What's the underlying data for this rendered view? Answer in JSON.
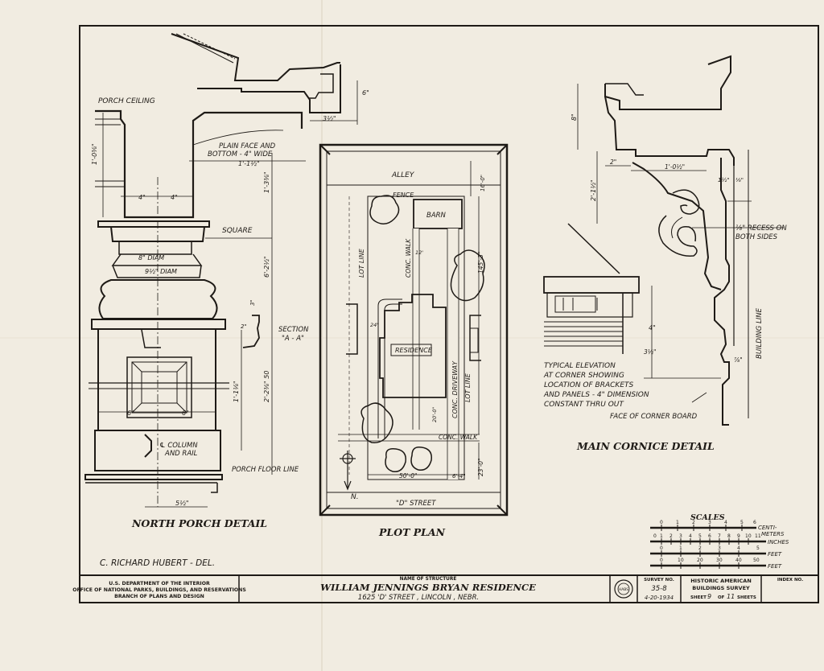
{
  "details": {
    "north_porch": {
      "title": "NORTH PORCH DETAIL",
      "labels": {
        "porch_ceiling": "PORCH CEILING",
        "plain_face_1": "PLAIN FACE AND",
        "plain_face_2": "BOTTOM - 4\" WIDE",
        "square": "SQUARE",
        "diam8": "8\" DIAM",
        "diam9": "9½\" DIAM",
        "section_1": "SECTION",
        "section_2": "\"A - A\"",
        "col_rail_1": "℄ COLUMN",
        "col_rail_2": "AND RAIL",
        "porch_floor": "PORCH FLOOR LINE"
      },
      "dims": {
        "d312": "3½\"",
        "d6": "6\"",
        "d1112": "1'-1½\"",
        "d1038": "1'-0⅜\"",
        "d4a": "4\"",
        "d4b": "4\"",
        "d138": "1'-3⅜\"",
        "d6212": "6'-2½\"",
        "d2238": "2'-2⅜\" 50",
        "d3": "3\"",
        "d2": "2\"",
        "d1112b": "1'-1⅛\"",
        "d6a": "6\"",
        "d6b": "6\"",
        "d512": "5½\""
      }
    },
    "plot_plan": {
      "title": "PLOT PLAN",
      "labels": {
        "alley": "ALLEY",
        "fence": "FENCE",
        "barn": "BARN",
        "lot_line_left": "LOT LINE",
        "lot_line_right": "LOT LINE",
        "conc_walk": "CONC. WALK",
        "conc_walk_bottom": "CONC. WALK",
        "residence": "RESIDENCE",
        "conc_driveway": "CONC. DRIVEWAY",
        "street": "\"D\" STREET",
        "north": "N."
      },
      "dims": {
        "d160": "16'-0\"",
        "d1453": "145'-3\"",
        "d230": "23'-0\"",
        "d500": "50'-0\"",
        "d64": "6'-4\"",
        "d200": "20'-0\"",
        "d12": "12'",
        "d24": "24'"
      }
    },
    "main_cornice": {
      "title": "MAIN CORNICE DETAIL",
      "labels": {
        "recess_1": "⅛\" RECESS ON",
        "recess_2": "BOTH SIDES",
        "building_line": "BUILDING LINE",
        "typical_1": "TYPICAL ELEVATION",
        "typical_2": "AT CORNER SHOWING",
        "typical_3": "LOCATION OF BRACKETS",
        "typical_4": "AND PANELS - 4\" DIMENSION",
        "typical_5": "CONSTANT THRU OUT",
        "face_board": "FACE OF CORNER BOARD"
      },
      "dims": {
        "d8": "8\"",
        "d2112": "2'-1½\"",
        "d2": "2\"",
        "d10": "1'-0½\"",
        "d1": "1½\"",
        "d116": "⅛\"",
        "d4": "4\"",
        "d312": "3½\"",
        "d716": "⅞\""
      }
    }
  },
  "scales": {
    "title": "SCALES",
    "units": [
      "CENTI-",
      "METERS",
      "INCHES",
      "FEET",
      "FEET"
    ],
    "ticks_cm": [
      "0",
      "1",
      "2",
      "3",
      "4",
      "5",
      "6"
    ],
    "ticks_in": [
      "0",
      "1",
      "2",
      "3",
      "4",
      "5",
      "6",
      "7",
      "8",
      "9",
      "10",
      "11"
    ],
    "ticks_ft1": [
      "0",
      "1",
      "2",
      "3",
      "4",
      "5"
    ],
    "ticks_ft2": [
      "0",
      "10",
      "20",
      "30",
      "40",
      "50"
    ]
  },
  "delineator": "C. RICHARD HUBERT - DEL.",
  "title_block": {
    "agency_1": "U.S. DEPARTMENT OF THE INTERIOR",
    "agency_2": "OFFICE OF NATIONAL PARKS, BUILDINGS, AND RESERVATIONS",
    "agency_3": "BRANCH OF PLANS AND DESIGN",
    "name_caption": "NAME OF STRUCTURE",
    "structure_name": "WILLIAM JENNINGS BRYAN RESIDENCE",
    "address": "1625 'D' STREET , LINCOLN , NEBR.",
    "seal_text": "HABS",
    "survey_caption": "SURVEY NO.",
    "survey_no": "35-8",
    "survey_date": "4-20-1934",
    "habs_1": "HISTORIC AMERICAN",
    "habs_2": "BUILDINGS SURVEY",
    "sheet_word": "SHEET",
    "sheet_no": "9",
    "of_word": "OF",
    "sheet_total": "11",
    "sheets_word": "SHEETS",
    "index_caption": "INDEX NO."
  }
}
